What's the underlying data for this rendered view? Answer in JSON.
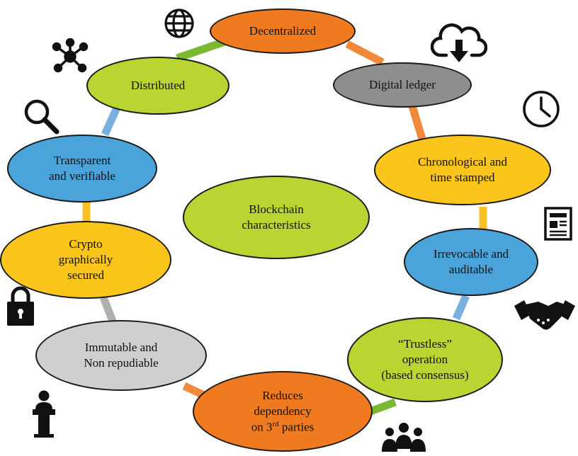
{
  "colors": {
    "orange": "#f07a1f",
    "lime": "#b9d532",
    "gray_dark": "#8e8e8e",
    "gray_light": "#cfcfcf",
    "yellow": "#fbc51b",
    "blue": "#4aa3d9",
    "link_orange": "#f08a3a",
    "link_green": "#7cb832",
    "link_blue": "#7ab0e0",
    "link_yellow": "#f8c224",
    "link_gray": "#b0b0b0",
    "icon": "#111111"
  },
  "nodes": {
    "decentralized": "Decentralized",
    "digital_ledger": "Digital ledger",
    "chronological": [
      "Chronological and",
      "time stamped"
    ],
    "irrevocable": [
      "Irrevocable and",
      "auditable"
    ],
    "trustless": [
      "“Trustless”",
      "operation",
      "(based consensus)"
    ],
    "reduces": [
      "Reduces",
      "dependency",
      "on 3",
      "rd",
      " parties"
    ],
    "immutable": [
      "Immutable and",
      "Non repudiable"
    ],
    "crypto": [
      "Crypto",
      "graphically",
      "secured"
    ],
    "transparent": [
      "Transparent",
      "and verifiable"
    ],
    "distributed": "Distributed",
    "center": [
      "Blockchain",
      "characteristics"
    ]
  },
  "icons": [
    "globe-icon",
    "cloud-download-icon",
    "clock-icon",
    "newspaper-icon",
    "handshake-icon",
    "group-icon",
    "speaker-podium-icon",
    "padlock-icon",
    "magnifier-icon",
    "network-hub-icon"
  ]
}
